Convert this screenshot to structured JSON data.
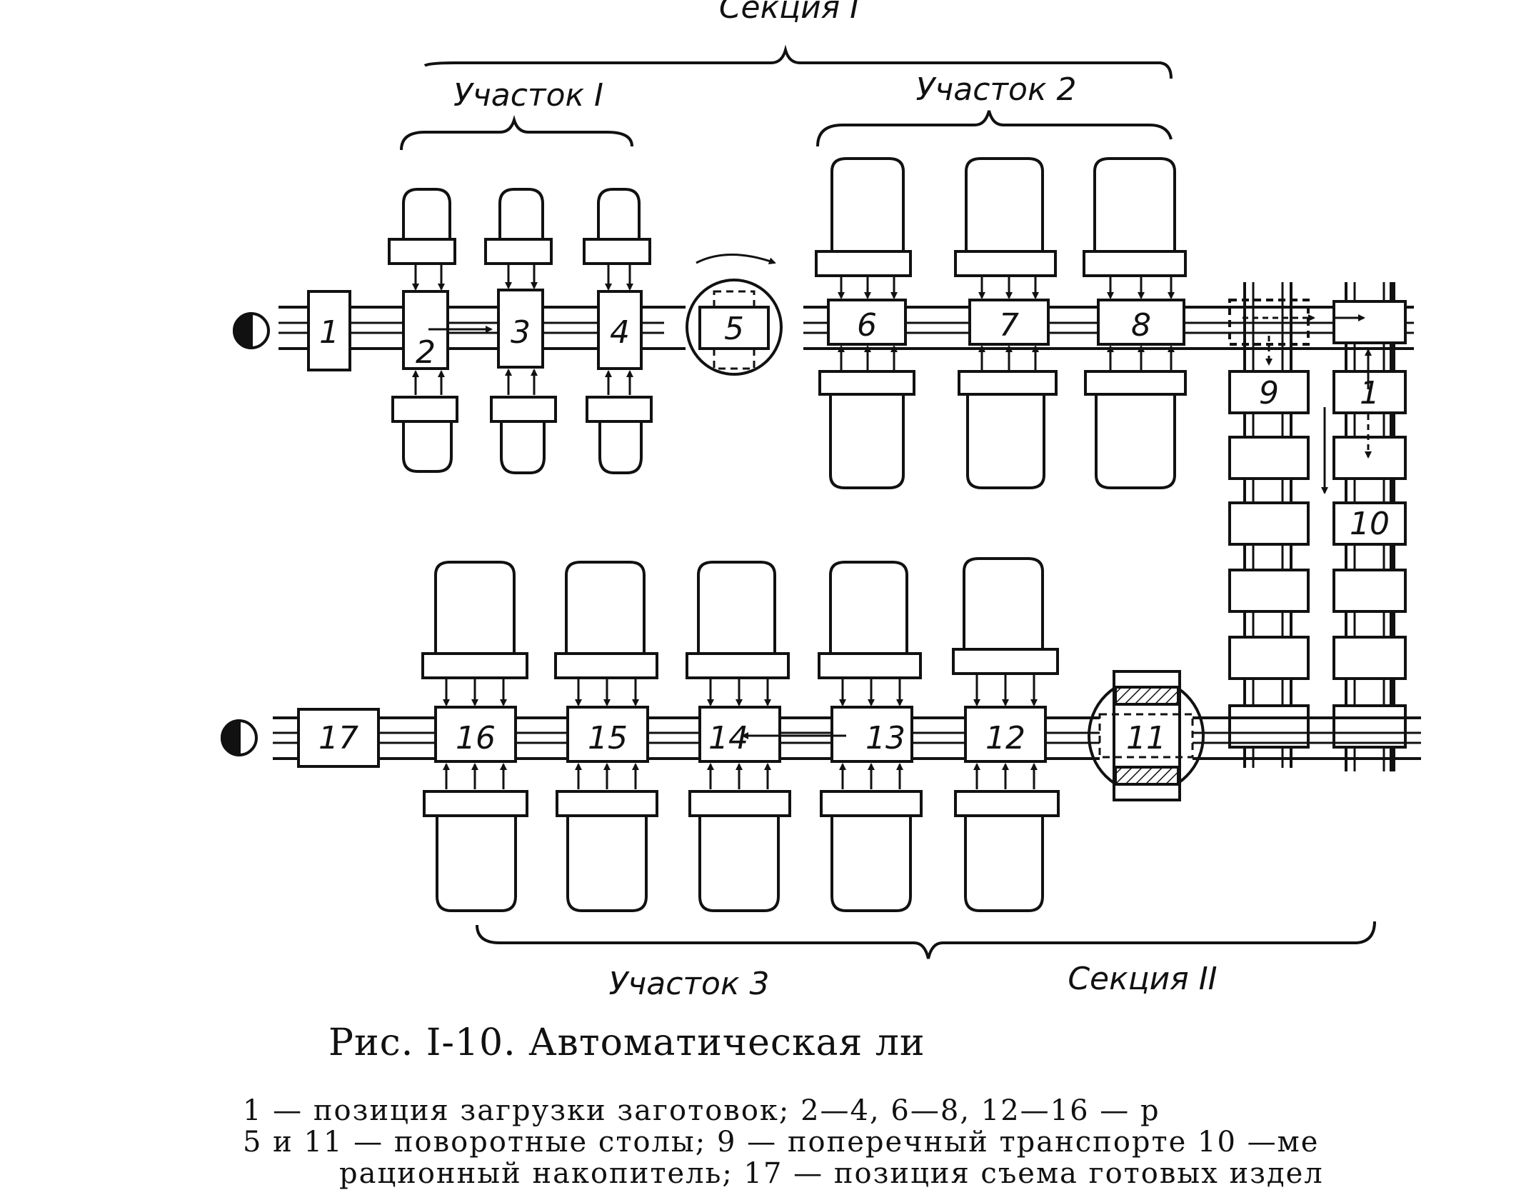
{
  "labels": {
    "section_1": "Секция I",
    "section_2": "Секция II",
    "area_1": "Участок I",
    "area_2": "Участок 2",
    "area_3": "Участок 3"
  },
  "stations": {
    "s1": "1",
    "s2": "2",
    "s3": "3",
    "s4": "4",
    "s5": "5",
    "s6": "6",
    "s7": "7",
    "s8": "8",
    "s9": "9",
    "s10": "10",
    "s11": "11",
    "s12": "12",
    "s13": "13",
    "s14": "14",
    "s15": "15",
    "s16": "16",
    "s17": "17",
    "s_buffer": "1"
  },
  "caption": {
    "title": "Рис. I-10. Автоматическая ли",
    "line1": "1 — позиция загрузки заготовок; 2—4, 6—8, 12—16 — р",
    "line2": "5 и 11 — поворотные столы; 9 — поперечный транспорте",
    "line2b": "10 —ме",
    "line3": "рационный накопитель; 17 — позиция съема готовых издел"
  }
}
